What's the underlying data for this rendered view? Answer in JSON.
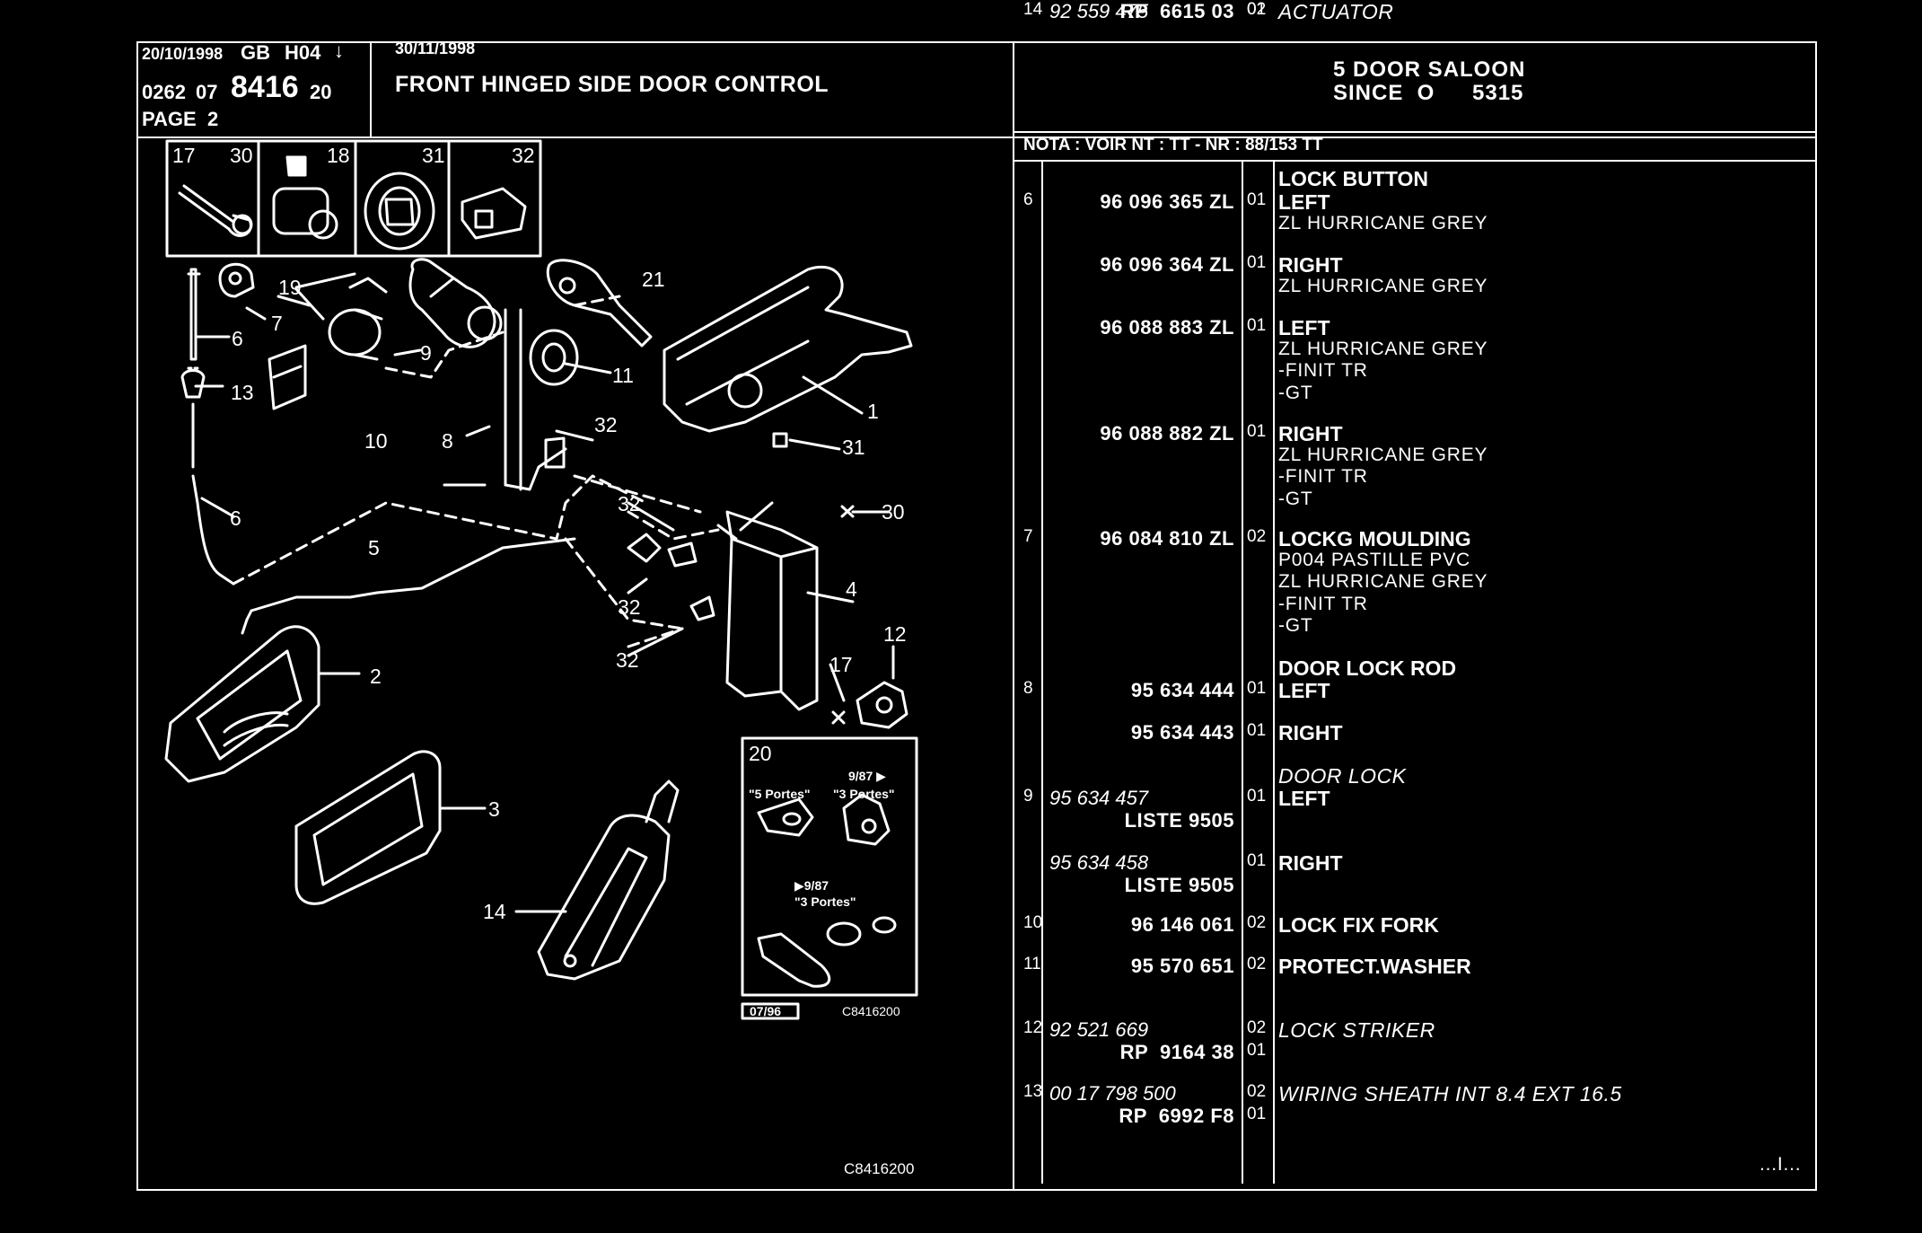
{
  "header": {
    "date_left": "20/10/1998",
    "country_code": "GB",
    "version": "H04",
    "arrow_glyph": "↓",
    "date_right": "30/11/1998",
    "ref_prefix": "0262",
    "ref_group": "07",
    "ref_number": "8416",
    "ref_suffix": "20",
    "page": "PAGE  2",
    "title": "FRONT HINGED SIDE DOOR CONTROL",
    "model_line1": "5 DOOR SALOON",
    "model_line2": "SINCE  O",
    "model_line2_code": "5315"
  },
  "nota": "NOTA : VOIR NT : TT - NR : 88/153 TT",
  "parts": [
    {
      "index": "",
      "pn_main": "",
      "pn_italic": "",
      "qty": "",
      "desc": [
        {
          "t": "LOCK BUTTON",
          "s": "b"
        }
      ]
    },
    {
      "index": "6",
      "pn_main": "96 096 365 ZL",
      "qty": "01",
      "desc": [
        {
          "t": "LEFT",
          "s": "b"
        },
        {
          "t": "ZL HURRICANE GREY",
          "s": "n"
        }
      ]
    },
    {
      "index": "",
      "pn_main": "96 096 364 ZL",
      "qty": "01",
      "desc": [
        {
          "t": "RIGHT",
          "s": "b"
        },
        {
          "t": "ZL HURRICANE GREY",
          "s": "n"
        }
      ]
    },
    {
      "index": "",
      "pn_main": "96 088 883 ZL",
      "qty": "01",
      "desc": [
        {
          "t": "LEFT",
          "s": "b"
        },
        {
          "t": "ZL HURRICANE GREY",
          "s": "n"
        },
        {
          "t": "-FINIT TR",
          "s": "n"
        },
        {
          "t": "-GT",
          "s": "n"
        }
      ]
    },
    {
      "index": "",
      "pn_main": "96 088 882 ZL",
      "qty": "01",
      "desc": [
        {
          "t": "RIGHT",
          "s": "b"
        },
        {
          "t": "ZL HURRICANE GREY",
          "s": "n"
        },
        {
          "t": "-FINIT TR",
          "s": "n"
        },
        {
          "t": "-GT",
          "s": "n"
        }
      ]
    },
    {
      "index": "7",
      "pn_main": "96 084 810 ZL",
      "qty": "02",
      "desc": [
        {
          "t": "LOCKG MOULDING",
          "s": "b"
        },
        {
          "t": "P004 PASTILLE PVC",
          "s": "n"
        },
        {
          "t": "ZL HURRICANE GREY",
          "s": "n"
        },
        {
          "t": "-FINIT TR",
          "s": "n"
        },
        {
          "t": "-GT",
          "s": "n"
        }
      ]
    },
    {
      "index": "",
      "pn_main": "",
      "qty": "",
      "desc": [
        {
          "t": "DOOR LOCK ROD",
          "s": "b"
        }
      ]
    },
    {
      "index": "8",
      "pn_main": "95 634 444",
      "qty": "01",
      "desc": [
        {
          "t": "LEFT",
          "s": "b"
        }
      ]
    },
    {
      "index": "",
      "pn_main": "95 634 443",
      "qty": "01",
      "desc": [
        {
          "t": "RIGHT",
          "s": "b"
        }
      ]
    },
    {
      "index": "",
      "pn_main": "",
      "qty": "",
      "desc": [
        {
          "t": "DOOR LOCK",
          "s": "i"
        }
      ]
    },
    {
      "index": "9",
      "pn_italic": "95 634 457",
      "pn_main": "LISTE 9505",
      "qty": "01",
      "desc": [
        {
          "t": "LEFT",
          "s": "b"
        }
      ]
    },
    {
      "index": "",
      "pn_italic": "95 634 458",
      "pn_main": "LISTE 9505",
      "qty": "01",
      "desc": [
        {
          "t": "RIGHT",
          "s": "b"
        }
      ]
    },
    {
      "index": "10",
      "pn_main": "96 146 061",
      "qty": "02",
      "desc": [
        {
          "t": "LOCK FIX FORK",
          "s": "b"
        }
      ]
    },
    {
      "index": "11",
      "pn_main": "95 570 651",
      "qty": "02",
      "desc": [
        {
          "t": "PROTECT.WASHER",
          "s": "b"
        }
      ]
    },
    {
      "index": "12",
      "pn_italic": "92 521 669",
      "pn_main": "RP  9164 38",
      "qty": "02",
      "qty2": "01",
      "desc": [
        {
          "t": "LOCK STRIKER",
          "s": "i"
        }
      ]
    },
    {
      "index": "13",
      "pn_italic": "00 17 798 500",
      "pn_main": "RP  6992 F8",
      "qty": "02",
      "qty2": "01",
      "desc": [
        {
          "t": "WIRING SHEATH INT 8.4 EXT 16.5",
          "s": "i"
        }
      ]
    },
    {
      "index": "14",
      "pn_italic": "92 559 475",
      "pn_main": "RP  6615 03",
      "qty": "02",
      "qty2": "01",
      "desc": [
        {
          "t": "ACTUATOR",
          "s": "i"
        }
      ]
    }
  ],
  "continuation": "...I...",
  "figure": {
    "inset_top_labels": [
      "17",
      "30",
      "18",
      "31",
      "32"
    ],
    "callouts": [
      "21",
      "19",
      "7",
      "6",
      "9",
      "11",
      "13",
      "1",
      "10",
      "8",
      "32",
      "31",
      "32",
      "30",
      "6",
      "5",
      "4",
      "32",
      "32",
      "12",
      "2",
      "17",
      "3",
      "14"
    ],
    "inset20": {
      "number": "20",
      "date_note": "9/87 ▶",
      "label_5p": "\"5 Portes\"",
      "label_3p": "\"3 Portes\"",
      "note2": "▶9/87",
      "label_3p2": "\"3 Portes\"",
      "date_code": "07/96",
      "fig_code": "C8416200"
    },
    "fig_code_bottom": "C8416200"
  }
}
